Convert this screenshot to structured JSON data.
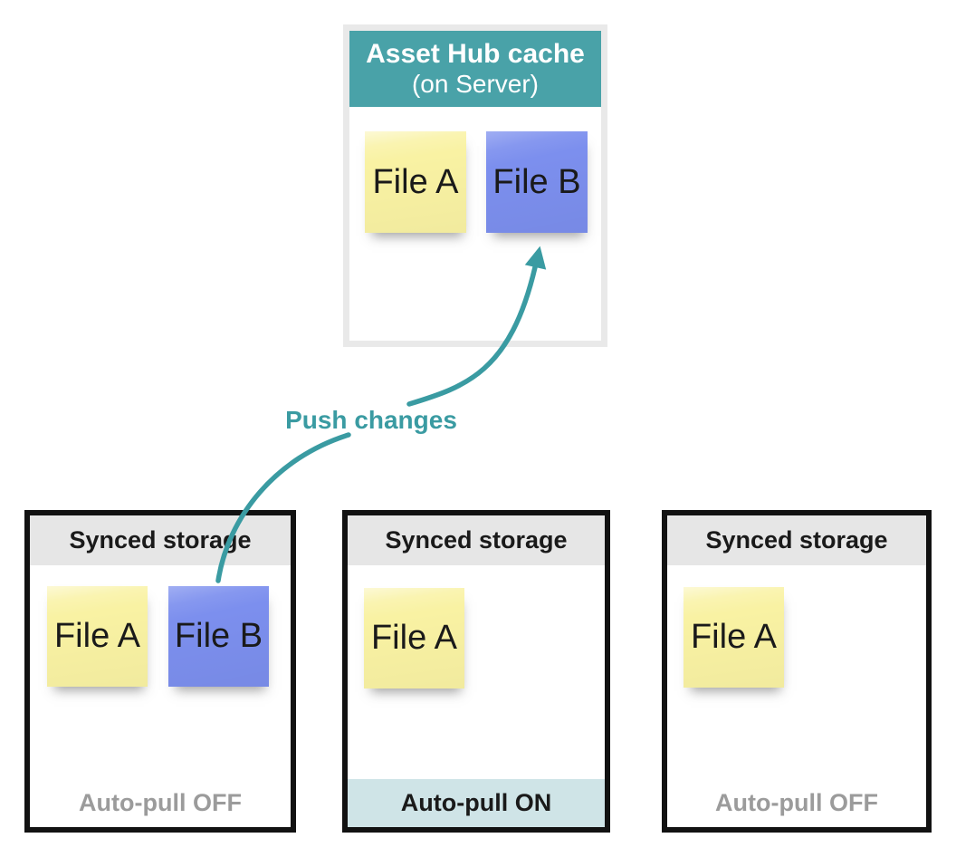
{
  "colors": {
    "teal_header": "#49A2A8",
    "teal_arrow": "#3A9BA2",
    "note_yellow": "#F9F2A3",
    "note_blue": "#7C8FEE",
    "header_gray": "#E6E6E6",
    "hub_border": "#E9E9E9",
    "box_border": "#121212",
    "footer_gray_text": "#9B9B9B",
    "auto_pull_on_bg": "#CFE4E7",
    "text_dark": "#1A1A1A"
  },
  "hub": {
    "title": "Asset Hub cache",
    "subtitle": "(on Server)",
    "files": [
      {
        "label": "File A",
        "color": "yellow"
      },
      {
        "label": "File B",
        "color": "blue"
      }
    ]
  },
  "arrow": {
    "label": "Push changes"
  },
  "storages": [
    {
      "title": "Synced storage",
      "files": [
        {
          "label": "File A",
          "color": "yellow"
        },
        {
          "label": "File B",
          "color": "blue"
        }
      ],
      "footer": "Auto-pull OFF",
      "auto_pull": "off"
    },
    {
      "title": "Synced storage",
      "files": [
        {
          "label": "File A",
          "color": "yellow"
        }
      ],
      "footer": "Auto-pull ON",
      "auto_pull": "on"
    },
    {
      "title": "Synced storage",
      "files": [
        {
          "label": "File A",
          "color": "yellow"
        }
      ],
      "footer": "Auto-pull OFF",
      "auto_pull": "off"
    }
  ]
}
